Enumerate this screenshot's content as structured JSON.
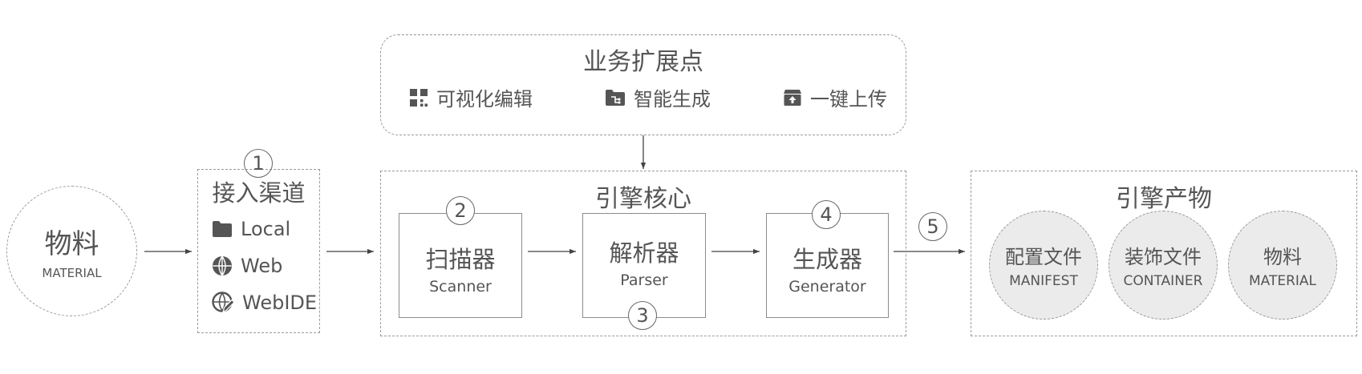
{
  "material": {
    "title": "物料",
    "subtitle": "MATERIAL"
  },
  "channels": {
    "title": "接入渠道",
    "step": "1",
    "items": [
      {
        "label": "Local",
        "icon": "folder-icon"
      },
      {
        "label": "Web",
        "icon": "globe-icon"
      },
      {
        "label": "WebIDE",
        "icon": "web-edit-icon"
      }
    ]
  },
  "extensions": {
    "title": "业务扩展点",
    "items": [
      {
        "label": "可视化编辑",
        "icon": "qr-grid-icon"
      },
      {
        "label": "智能生成",
        "icon": "folder-tree-icon"
      },
      {
        "label": "一键上传",
        "icon": "upload-box-icon"
      }
    ]
  },
  "core": {
    "title": "引擎核心",
    "modules": [
      {
        "title": "扫描器",
        "subtitle": "Scanner",
        "step": "2"
      },
      {
        "title": "解析器",
        "subtitle": "Parser",
        "step": "3"
      },
      {
        "title": "生成器",
        "subtitle": "Generator",
        "step": "4"
      }
    ]
  },
  "output_step": "5",
  "products": {
    "title": "引擎产物",
    "items": [
      {
        "title": "配置文件",
        "subtitle": "MANIFEST"
      },
      {
        "title": "装饰文件",
        "subtitle": "CONTAINER"
      },
      {
        "title": "物料",
        "subtitle": "MATERIAL"
      }
    ]
  }
}
